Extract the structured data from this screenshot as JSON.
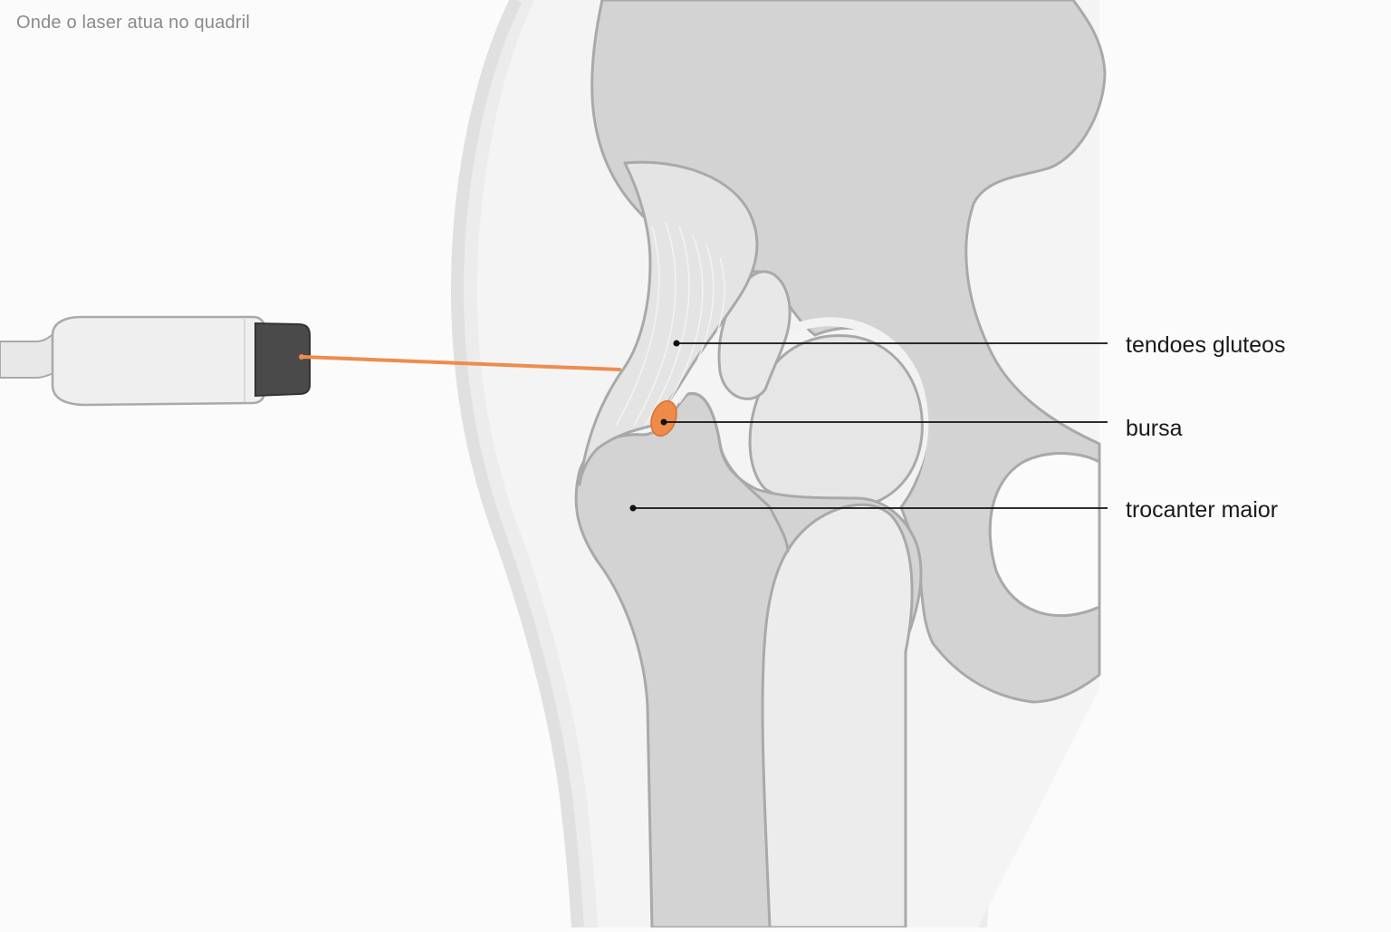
{
  "caption": "Onde o laser atua no quadril",
  "labels": {
    "tendons": "tendoes gluteos",
    "bursa": "bursa",
    "trochanter": "trocanter maior"
  },
  "colors": {
    "background": "#fbfbfb",
    "soft_tissue": "#ececec",
    "bone": "#d3d3d3",
    "bone_outline": "#a9a9a9",
    "femur_head": "#e6e6e6",
    "laser_beam": "#ee8c4e",
    "bursa": "#f08a4b",
    "device_body": "#efefef",
    "device_tip": "#4a4a4a",
    "leader_line": "#111111"
  }
}
